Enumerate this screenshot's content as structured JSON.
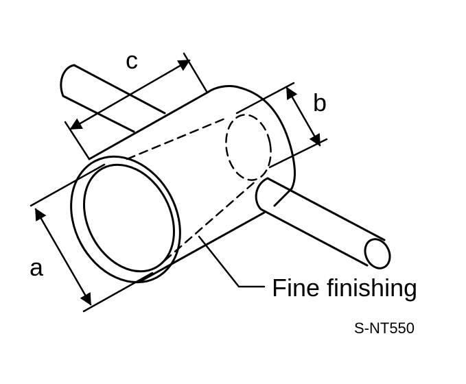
{
  "labels": {
    "a": "a",
    "b": "b",
    "c": "c",
    "callout": "Fine finishing",
    "figure_id": "S-NT550"
  },
  "colors": {
    "stroke": "#000000",
    "background": "#ffffff"
  }
}
